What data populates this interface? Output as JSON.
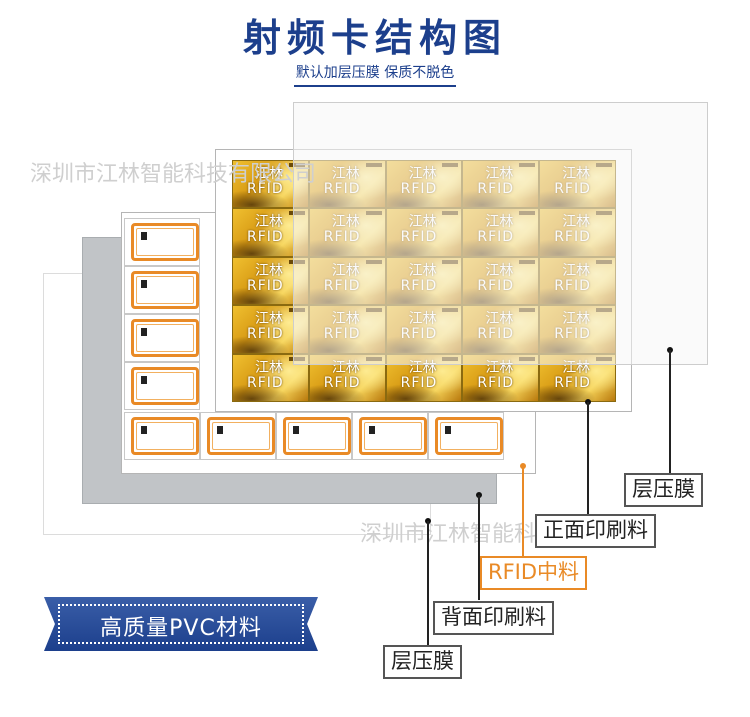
{
  "title": "射频卡结构图",
  "subtitle": "默认加层压膜 保质不脱色",
  "watermark": "深圳市江林智能科技有限公司",
  "card": {
    "title": "江林",
    "sub": "RFID"
  },
  "labels": {
    "top_laminate": "层压膜",
    "front_print": "正面印刷料",
    "rfid_inlay": "RFID中料",
    "back_print": "背面印刷料",
    "bottom_laminate": "层压膜"
  },
  "badge": "高质量PVC材料",
  "colors": {
    "brand_blue": "#1c3f8c",
    "coil_orange": "#e98a26",
    "gold": "#e0ac2a",
    "gray_layer": "#c1c4c7"
  }
}
